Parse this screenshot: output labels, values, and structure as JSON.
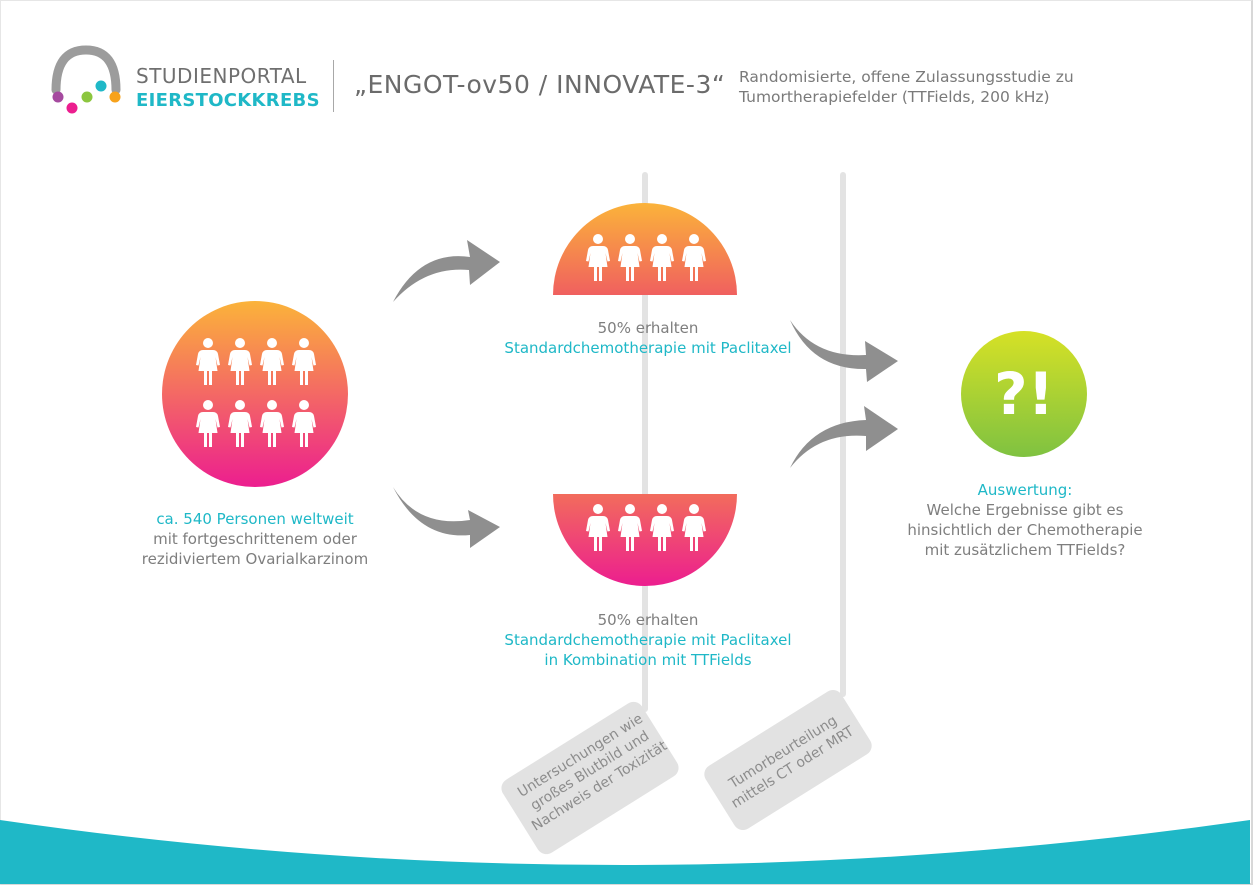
{
  "header": {
    "logo_line1": "STUDIENPORTAL",
    "logo_line2": "EIERSTOCKKREBS",
    "study_title": "„ENGOT-ov50 / INNOVATE-3“",
    "study_subtitle_line1": "Randomisierte, offene Zulassungsstudie zu",
    "study_subtitle_line2": "Tumortherapiefelder (TTFields, 200 kHz)"
  },
  "population": {
    "line1": "ca. 540 Personen weltweit",
    "line2": "mit fortgeschrittenem oder",
    "line3": "rezidiviertem Ovarialkarzinom"
  },
  "arm1": {
    "line1": "50% erhalten",
    "line2": "Standardchemotherapie mit Paclitaxel"
  },
  "arm2": {
    "line1": "50% erhalten",
    "line2": "Standardchemotherapie mit Paclitaxel",
    "line3": "in Kombination mit TTFields"
  },
  "result": {
    "symbol": "?!",
    "heading": "Auswertung:",
    "line1": "Welche Ergebnisse gibt es",
    "line2": "hinsichtlich der Chemotherapie",
    "line3": "mit zusätzlichem TTFields?"
  },
  "tags": {
    "exam_line1": "Untersuchungen wie",
    "exam_line2": "großes Blutbild und",
    "exam_line3": "Nachweis der Toxizität",
    "tumor_line1": "Tumorbeurteilung",
    "tumor_line2": "mittels CT oder MRT"
  },
  "icons": {
    "person": "woman-icon",
    "arrow": "curved-arrow-icon",
    "logo": "logo-arc-dots-icon"
  },
  "colors": {
    "teal": "#1fb8c7",
    "grey_text": "#7e7e7e",
    "orange": "#fbb33a",
    "pink": "#ec1e8f",
    "green_top": "#d6e126",
    "green_bottom": "#7fc241",
    "arrow": "#8f8f8f",
    "timeline": "#e3e3e3"
  }
}
